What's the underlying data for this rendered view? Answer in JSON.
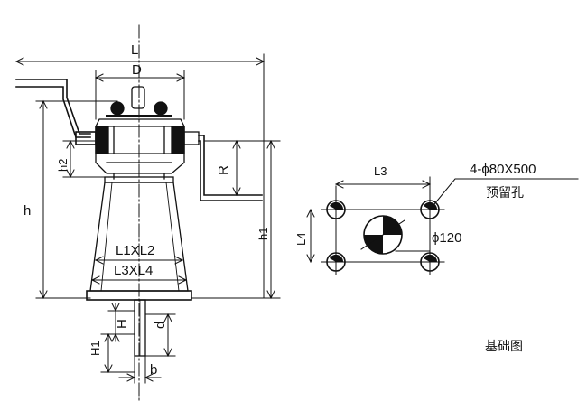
{
  "labels": {
    "L": "L",
    "D": "D",
    "h": "h",
    "h1": "h1",
    "h2": "h2",
    "R": "R",
    "L1xL2": "L1XL2",
    "L3xL4": "L3XL4",
    "H": "H",
    "H1": "H1",
    "d": "d",
    "b": "b",
    "L3": "L3",
    "L4": "L4",
    "hole_spec": "4-ϕ80X500",
    "reserved_holes": "预留孔",
    "center_hole": "ϕ120",
    "caption": "基础图"
  }
}
